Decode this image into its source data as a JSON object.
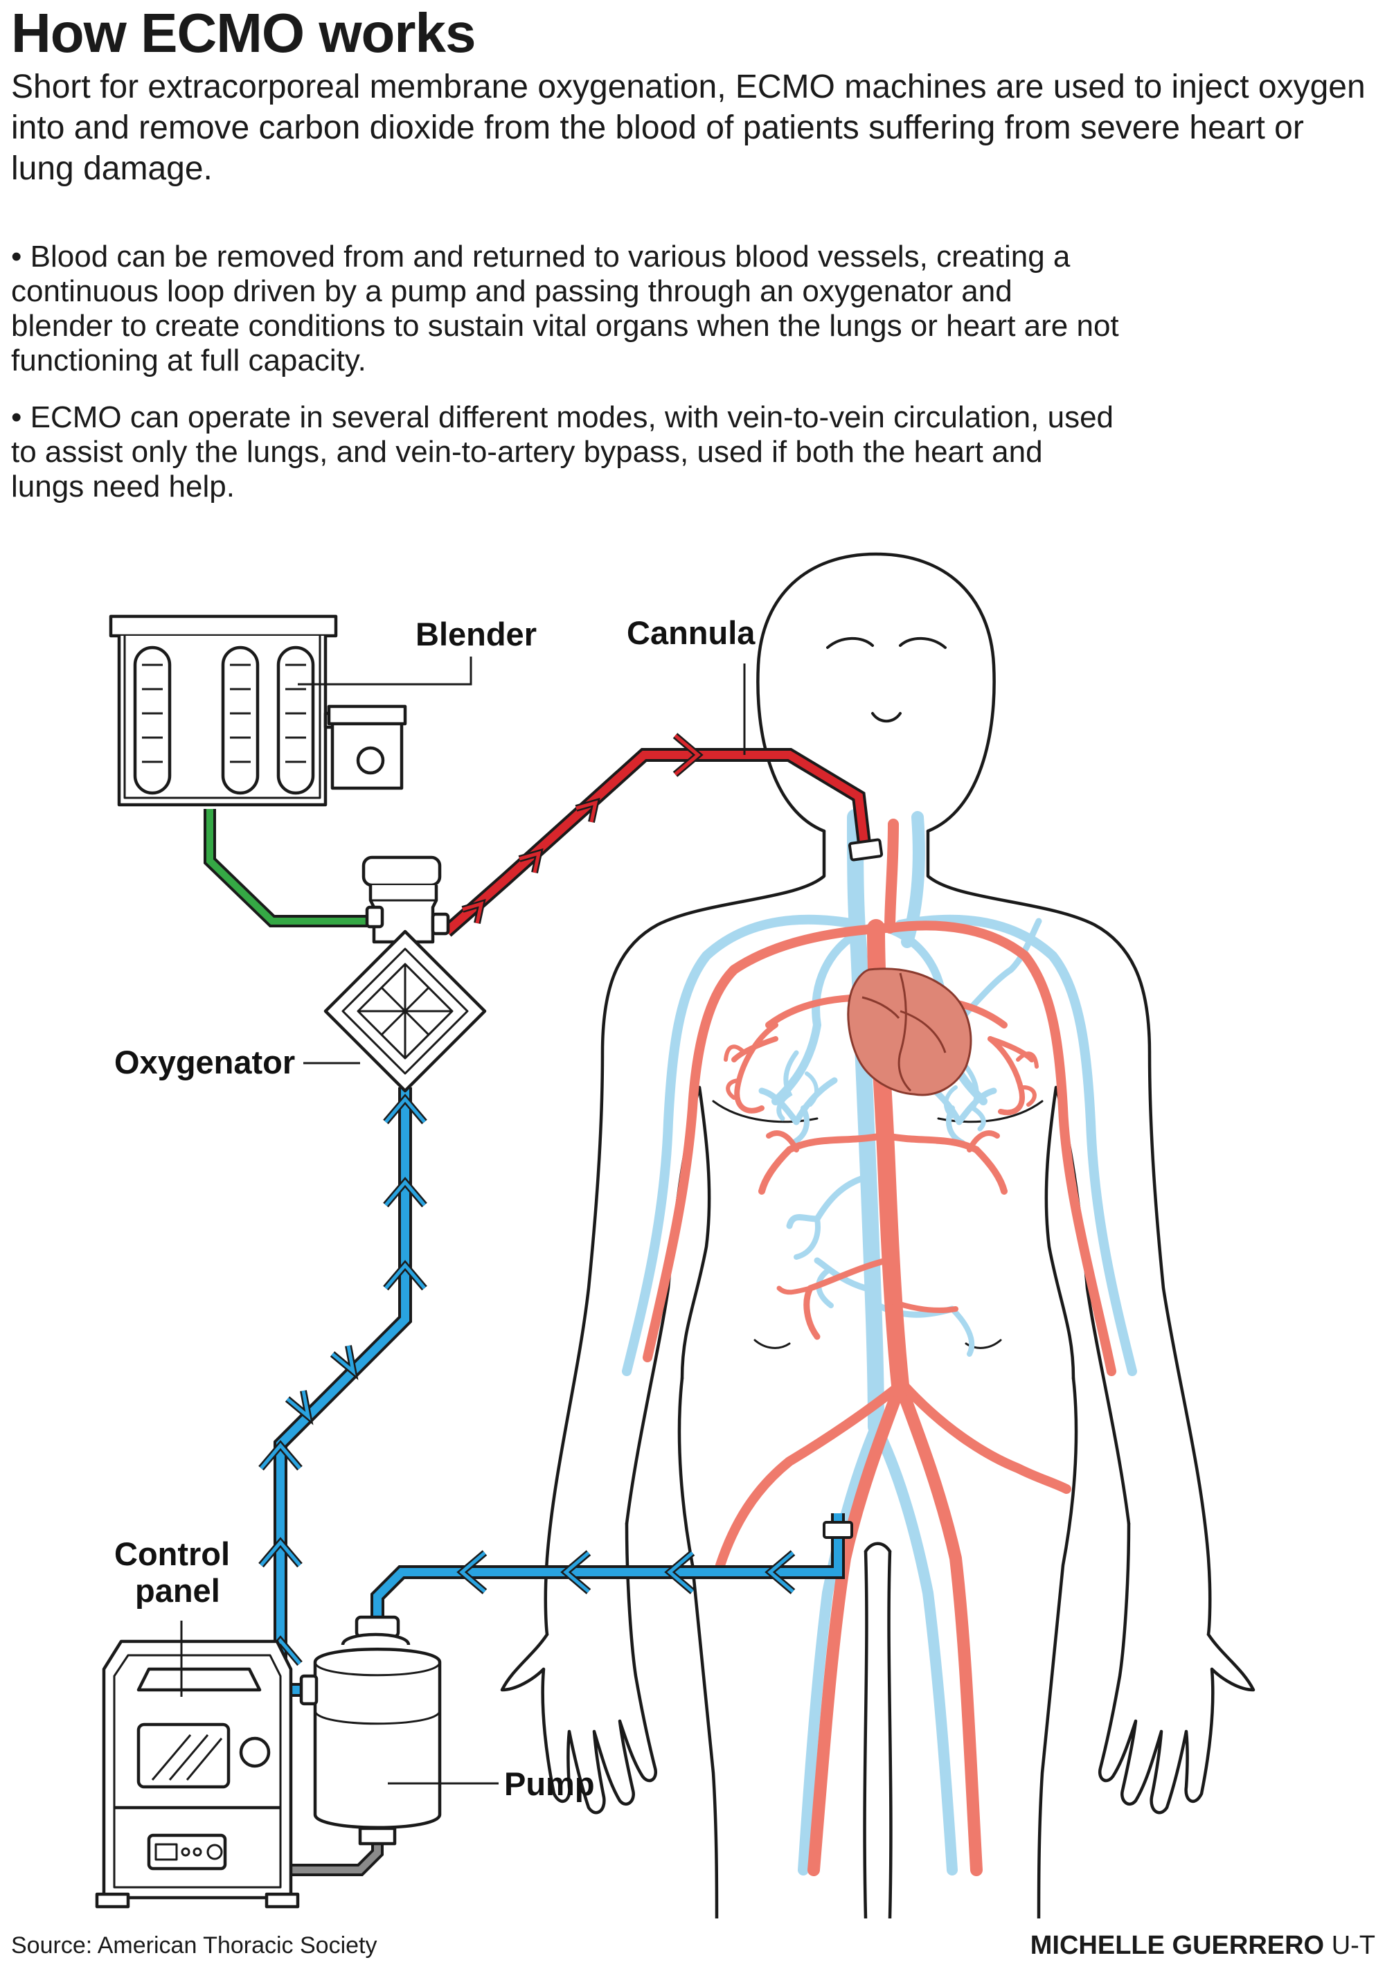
{
  "title": "How ECMO works",
  "intro": "Short for extracorporeal membrane oxygenation, ECMO machines are used to inject oxygen into and remove carbon dioxide from the blood of patients suffering from severe heart or lung damage.",
  "bullets": [
    "• Blood can be removed from and returned to various blood vessels, creating a continuous loop driven by a pump and passing through an oxygenator and blender to create conditions to sustain vital organs when the lungs or heart are not functioning at full capacity.",
    "• ECMO can operate in several different modes, with vein-to-vein circulation, used to assist only the lungs, and vein-to-artery bypass, used if both the heart and lungs need help."
  ],
  "labels": {
    "blender": "Blender",
    "cannula": "Cannula",
    "oxygenator": "Oxygenator",
    "control_panel_line1": "Control",
    "control_panel_line2": "panel",
    "pump": "Pump"
  },
  "source": "Source: American Thoracic Society",
  "credit_name": "MICHELLE GUERRERO",
  "credit_org": "U-T",
  "colors": {
    "oxygenated_line": "#d8262c",
    "deoxygenated_line": "#29a3e0",
    "gas_line": "#35a845",
    "power_line": "#666666",
    "artery": "#ef7a6c",
    "vein": "#a8d8ef",
    "heart": "#de8676"
  }
}
